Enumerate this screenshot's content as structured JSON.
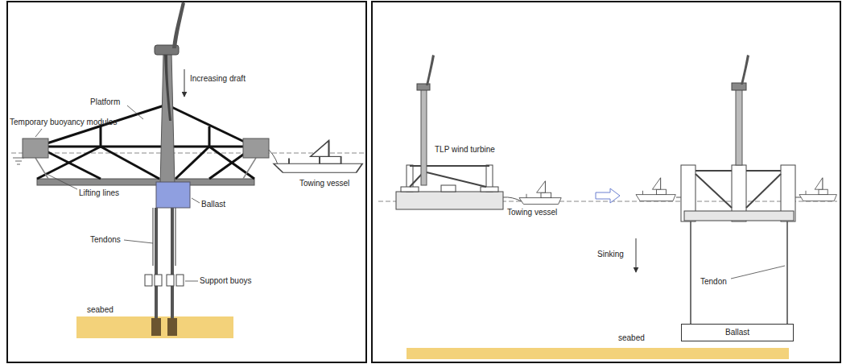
{
  "diagram": {
    "nodes": [
      {
        "text": [
          "Ballast"
        ]
      }
    ],
    "labels": [
      "Increasing draft",
      "Platform",
      "Temporary buoyancy modules",
      "Towing vessel",
      "Lifting lines",
      "Ballast",
      "Tendons",
      "Support buoys",
      "seabed",
      "TLP wind turbine",
      "Towing vessel",
      "Sinking",
      "Tendon",
      "seabed"
    ]
  }
}
